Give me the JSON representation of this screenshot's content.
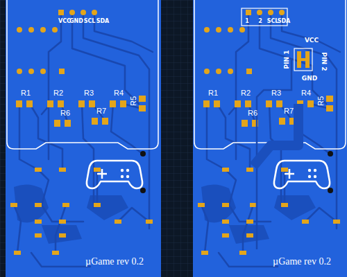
{
  "diagram": {
    "labels": [
      "VCC",
      "GND",
      "SCL",
      "SDA",
      "R1",
      "R2",
      "R3",
      "R4",
      "R5",
      "R6",
      "R7",
      "µGame rev 0.2",
      "1",
      "2",
      "SCL",
      "SDA",
      "VCC",
      "PIN 1",
      "PIN 2",
      "GND",
      "R1",
      "R2",
      "R3",
      "R4",
      "R5",
      "R6",
      "R7",
      "µGame rev 0.2"
    ]
  }
}
